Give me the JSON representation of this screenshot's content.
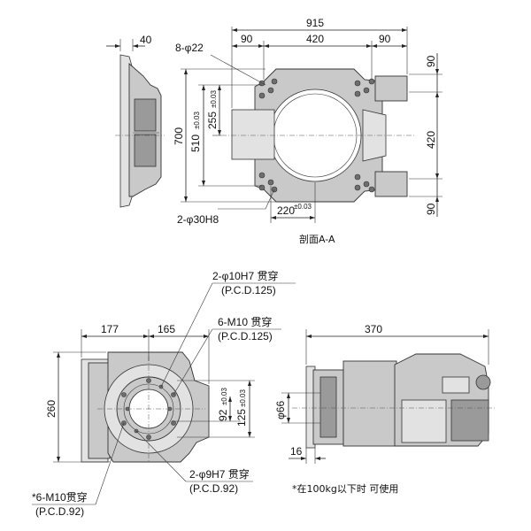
{
  "top_left_view": {
    "dim_40": "40"
  },
  "section_view": {
    "dim_915": "915",
    "dim_90_left": "90",
    "dim_420_top": "420",
    "dim_90_right": "90",
    "holes_8": "8-φ22",
    "dim_90_top_right": "90",
    "dim_420_right": "420",
    "dim_90_bottom_right": "90",
    "dim_700": "700",
    "dim_510": "510",
    "tol_510": "±0.03",
    "dim_255": "255",
    "tol_255": "±0.03",
    "dim_220": "220",
    "tol_220": "±0.03",
    "pins_30": "2-φ30H8",
    "section_label": "剖面A-A"
  },
  "bottom_left_view": {
    "pin_10": "2-φ10H7 贯穿",
    "pin_10_pcd": "(P.C.D.125)",
    "tap_m10": "6-M10 贯穿",
    "tap_m10_pcd": "(P.C.D.125)",
    "dim_177": "177",
    "dim_165": "165",
    "dim_260": "260",
    "dim_92": "92",
    "tol_92": "±0.03",
    "dim_125": "125",
    "tol_125": "±0.03",
    "pin_9": "2-φ9H7 贯穿",
    "pin_9_pcd": "(P.C.D.92)",
    "tap_m10_opt": "*6-M10贯穿",
    "tap_m10_opt_pcd": "(P.C.D.92)"
  },
  "bottom_right_view": {
    "dim_370": "370",
    "dim_66": "φ66",
    "dim_16": "16",
    "footnote": "*在100kg以下时 可使用"
  }
}
